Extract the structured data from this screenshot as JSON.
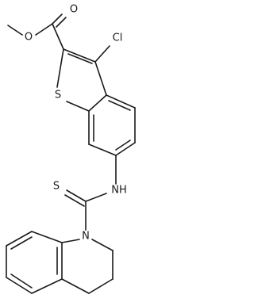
{
  "molecule": {
    "labels": {
      "o_carbonyl": "O",
      "o_ester": "O",
      "cl": "Cl",
      "s_ring": "S",
      "nh": "NH",
      "s_thio": "S",
      "n_ring": "N"
    },
    "colors": {
      "bond": "#1a1a1a",
      "label": "#1a1a1a",
      "background": "#ffffff"
    }
  }
}
